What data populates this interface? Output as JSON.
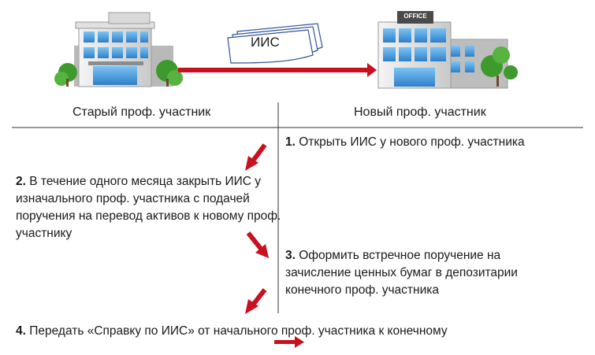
{
  "header": {
    "transfer_label": "ИИС",
    "left_column": "Старый проф. участник",
    "right_column": "Новый проф. участник",
    "office_sign": "OFFICE"
  },
  "steps": [
    {
      "num": "1.",
      "text": " Открыть ИИС у нового проф. участника"
    },
    {
      "num": "2.",
      "text": " В течение одного месяца закрыть ИИС у изначального проф. участника с подачей поручения на перевод активов к новому проф. участнику"
    },
    {
      "num": "3.",
      "text": " Оформить встречное поручение на зачисление ценных бумаг в депозитарии конечного проф. участника"
    },
    {
      "num": "4.",
      "text": " Передать «Справку по ИИС» от начального проф. участника к конечному"
    }
  ],
  "colors": {
    "arrow": "#c8101f",
    "building_glass": "#3a8fd6",
    "tree": "#3f9a2e",
    "divider": "#333333"
  }
}
